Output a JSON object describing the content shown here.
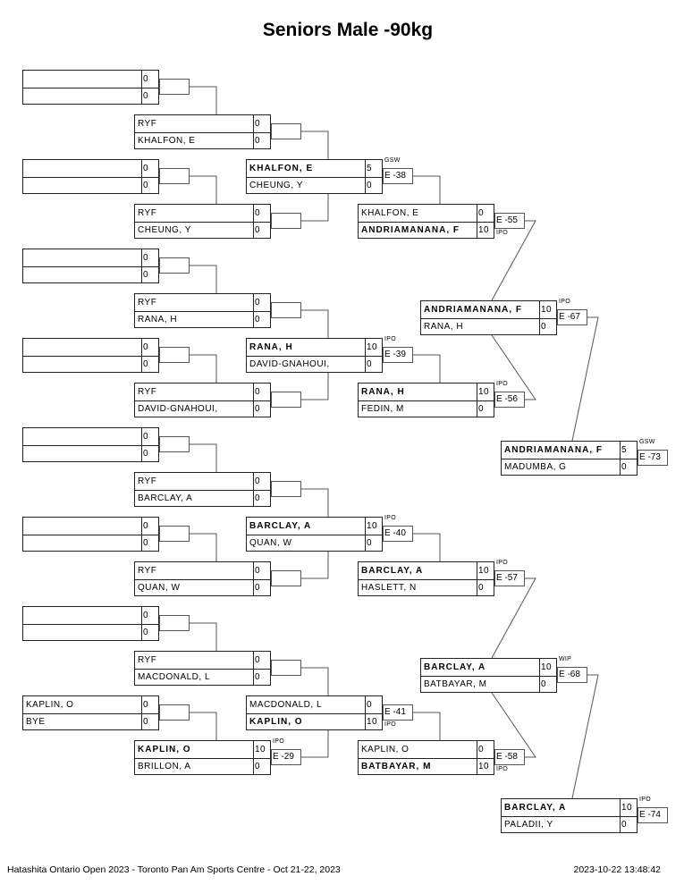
{
  "title": "Seniors Male -90kg",
  "footer": {
    "event": "Hatashita Ontario Open 2023 - Toronto Pan Am Sports Centre - Oct 21-22, 2023",
    "timestamp": "2023-10-22 13:48:42"
  },
  "matches": [
    {
      "id": "r1-1",
      "round": 1,
      "slot": 0,
      "top": {
        "name": "",
        "score": "0"
      },
      "bottom": {
        "name": "",
        "score": "0"
      },
      "label": "",
      "tag": ""
    },
    {
      "id": "r1-2",
      "round": 1,
      "slot": 2,
      "top": {
        "name": "",
        "score": "0"
      },
      "bottom": {
        "name": "",
        "score": "0"
      },
      "label": "",
      "tag": ""
    },
    {
      "id": "r1-3",
      "round": 1,
      "slot": 4,
      "top": {
        "name": "",
        "score": "0"
      },
      "bottom": {
        "name": "",
        "score": "0"
      },
      "label": "",
      "tag": ""
    },
    {
      "id": "r1-4",
      "round": 1,
      "slot": 6,
      "top": {
        "name": "",
        "score": "0"
      },
      "bottom": {
        "name": "",
        "score": "0"
      },
      "label": "",
      "tag": ""
    },
    {
      "id": "r1-5",
      "round": 1,
      "slot": 8,
      "top": {
        "name": "",
        "score": "0"
      },
      "bottom": {
        "name": "",
        "score": "0"
      },
      "label": "",
      "tag": ""
    },
    {
      "id": "r1-6",
      "round": 1,
      "slot": 10,
      "top": {
        "name": "",
        "score": "0"
      },
      "bottom": {
        "name": "",
        "score": "0"
      },
      "label": "",
      "tag": ""
    },
    {
      "id": "r1-7",
      "round": 1,
      "slot": 12,
      "top": {
        "name": "",
        "score": "0"
      },
      "bottom": {
        "name": "",
        "score": "0"
      },
      "label": "",
      "tag": ""
    },
    {
      "id": "r1-8",
      "round": 1,
      "slot": 14,
      "top": {
        "name": "KAPLIN, O",
        "score": "0"
      },
      "bottom": {
        "name": "BYE",
        "score": "0"
      },
      "label": "",
      "tag": ""
    },
    {
      "id": "r2-1",
      "round": 2,
      "slot": 1,
      "top": {
        "name": "RYF",
        "score": "0"
      },
      "bottom": {
        "name": "KHALFON, E",
        "score": "0"
      },
      "label": "",
      "tag": ""
    },
    {
      "id": "r2-2",
      "round": 2,
      "slot": 3,
      "top": {
        "name": "RYF",
        "score": "0"
      },
      "bottom": {
        "name": "CHEUNG, Y",
        "score": "0"
      },
      "label": "",
      "tag": ""
    },
    {
      "id": "r2-3",
      "round": 2,
      "slot": 5,
      "top": {
        "name": "RYF",
        "score": "0"
      },
      "bottom": {
        "name": "RANA, H",
        "score": "0"
      },
      "label": "",
      "tag": ""
    },
    {
      "id": "r2-4",
      "round": 2,
      "slot": 7,
      "top": {
        "name": "RYF",
        "score": "0"
      },
      "bottom": {
        "name": "DAVID-GNAHOUI,",
        "score": "0"
      },
      "label": "",
      "tag": ""
    },
    {
      "id": "r2-5",
      "round": 2,
      "slot": 9,
      "top": {
        "name": "RYF",
        "score": "0"
      },
      "bottom": {
        "name": "BARCLAY, A",
        "score": "0"
      },
      "label": "",
      "tag": ""
    },
    {
      "id": "r2-6",
      "round": 2,
      "slot": 11,
      "top": {
        "name": "RYF",
        "score": "0"
      },
      "bottom": {
        "name": "QUAN, W",
        "score": "0"
      },
      "label": "",
      "tag": ""
    },
    {
      "id": "r2-7",
      "round": 2,
      "slot": 13,
      "top": {
        "name": "RYF",
        "score": "0"
      },
      "bottom": {
        "name": "MACDONALD, L",
        "score": "0"
      },
      "label": "",
      "tag": ""
    },
    {
      "id": "r2-8",
      "round": 2,
      "slot": 15,
      "top": {
        "name": "KAPLIN, O",
        "score": "10",
        "win": true
      },
      "bottom": {
        "name": "BRILLON, A",
        "score": "0"
      },
      "label": "E -29",
      "tag": "IPO",
      "tagPos": "top"
    },
    {
      "id": "r3-1",
      "round": 3,
      "slot": 2,
      "top": {
        "name": "KHALFON, E",
        "score": "5",
        "win": true
      },
      "bottom": {
        "name": "CHEUNG, Y",
        "score": "0"
      },
      "label": "E -38",
      "tag": "GSW",
      "tagPos": "top"
    },
    {
      "id": "r3-2",
      "round": 3,
      "slot": 6,
      "top": {
        "name": "RANA, H",
        "score": "10",
        "win": true
      },
      "bottom": {
        "name": "DAVID-GNAHOUI,",
        "score": "0"
      },
      "label": "E -39",
      "tag": "IPO",
      "tagPos": "top"
    },
    {
      "id": "r3-3",
      "round": 3,
      "slot": 10,
      "top": {
        "name": "BARCLAY, A",
        "score": "10",
        "win": true
      },
      "bottom": {
        "name": "QUAN, W",
        "score": "0"
      },
      "label": "E -40",
      "tag": "IPO",
      "tagPos": "top"
    },
    {
      "id": "r3-4",
      "round": 3,
      "slot": 14,
      "top": {
        "name": "MACDONALD, L",
        "score": "0"
      },
      "bottom": {
        "name": "KAPLIN, O",
        "score": "10",
        "win": true
      },
      "label": "E -41",
      "tag": "IPO",
      "tagPos": "bottom"
    },
    {
      "id": "r4-1",
      "round": 4,
      "slot": 3,
      "top": {
        "name": "KHALFON, E",
        "score": "0"
      },
      "bottom": {
        "name": "ANDRIAMANANA, F",
        "score": "10",
        "win": true
      },
      "label": "E -55",
      "tag": "IPO",
      "tagPos": "bottom"
    },
    {
      "id": "r4-2",
      "round": 4,
      "slot": 7,
      "top": {
        "name": "RANA, H",
        "score": "10",
        "win": true
      },
      "bottom": {
        "name": "FEDIN, M",
        "score": "0"
      },
      "label": "E -56",
      "tag": "IPO",
      "tagPos": "top"
    },
    {
      "id": "r4-3",
      "round": 4,
      "slot": 11,
      "top": {
        "name": "BARCLAY, A",
        "score": "10",
        "win": true
      },
      "bottom": {
        "name": "HASLETT, N",
        "score": "0"
      },
      "label": "E -57",
      "tag": "IPO",
      "tagPos": "top"
    },
    {
      "id": "r4-4",
      "round": 4,
      "slot": 15,
      "top": {
        "name": "KAPLIN, O",
        "score": "0"
      },
      "bottom": {
        "name": "BATBAYAR, M",
        "score": "10",
        "win": true
      },
      "label": "E -58",
      "tag": "IPO",
      "tagPos": "bottom"
    },
    {
      "id": "r5-1",
      "round": 5,
      "slot": 5,
      "top": {
        "name": "ANDRIAMANANA, F",
        "score": "10",
        "win": true
      },
      "bottom": {
        "name": "RANA, H",
        "score": "0"
      },
      "label": "E -67",
      "tag": "IPO",
      "tagPos": "top"
    },
    {
      "id": "r5-2",
      "round": 5,
      "slot": 13,
      "top": {
        "name": "BARCLAY, A",
        "score": "10",
        "win": true
      },
      "bottom": {
        "name": "BATBAYAR, M",
        "score": "0"
      },
      "label": "E -68",
      "tag": "WIP",
      "tagPos": "top"
    },
    {
      "id": "r6-1",
      "round": 6,
      "slot": 8.3,
      "top": {
        "name": "ANDRIAMANANA, F",
        "score": "5",
        "win": true
      },
      "bottom": {
        "name": "MADUMBA, G",
        "score": "0"
      },
      "label": "E -73",
      "tag": "GSW",
      "tagPos": "top"
    },
    {
      "id": "r6-2",
      "round": 6,
      "slot": 16.5,
      "top": {
        "name": "BARCLAY, A",
        "score": "10",
        "win": true
      },
      "bottom": {
        "name": "PALADII, Y",
        "score": "0"
      },
      "label": "E -74",
      "tag": "IPO",
      "tagPos": "top"
    }
  ]
}
